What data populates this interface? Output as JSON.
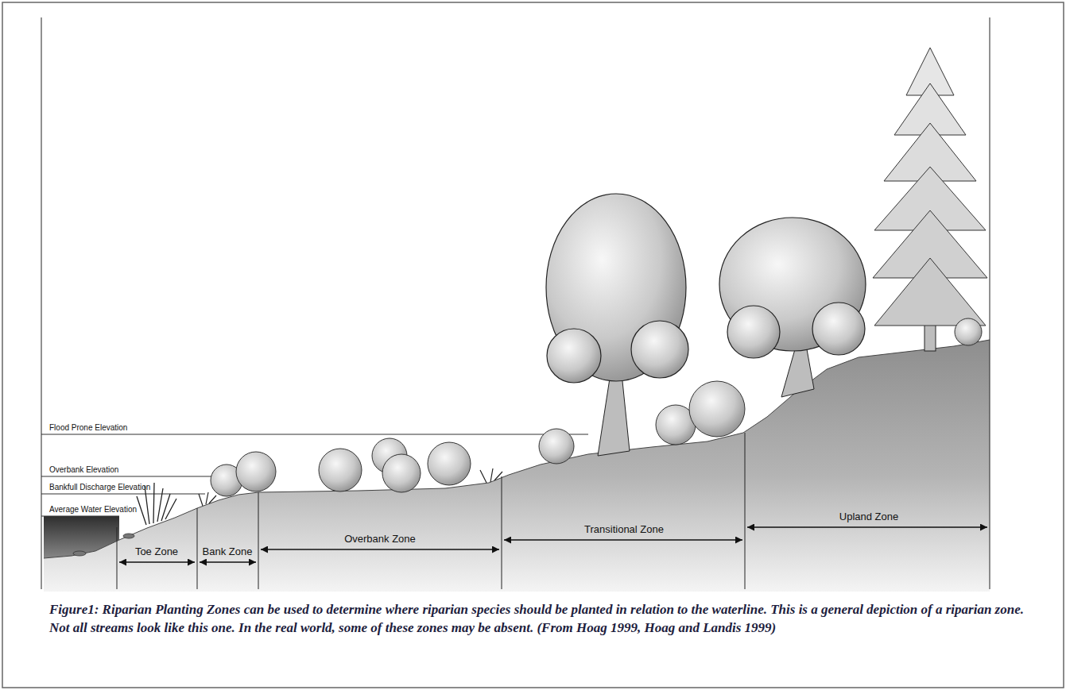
{
  "diagram": {
    "caption": "Figure1: Riparian Planting Zones can be used to determine where riparian species should be planted in relation to the waterline. This is a general depiction of a riparian zone. Not all streams look like this one. In the real world, some of these zones may be absent. (From Hoag 1999, Hoag and Landis 1999)",
    "labels": [
      "Flood Prone Elevation",
      "Overbank Elevation",
      "Bankfull Discharge Elevation",
      "Average Water Elevation",
      "Toe Zone",
      "Bank Zone",
      "Overbank Zone",
      "Transitional Zone",
      "Upland Zone"
    ]
  }
}
